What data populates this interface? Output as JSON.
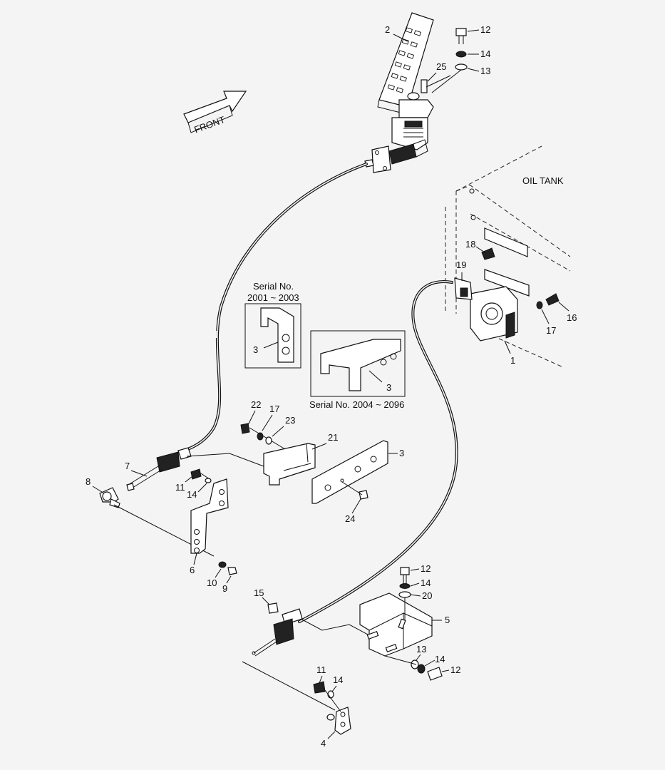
{
  "front_label": "FRONT",
  "oil_tank_label": "OIL TANK",
  "serial_box_1": {
    "line1": "Serial No.",
    "line2": "2001 ~ 2003",
    "part": "3"
  },
  "serial_box_2": {
    "caption": "Serial No. 2004 ~ 2096",
    "part": "3"
  },
  "callouts": [
    "1",
    "2",
    "3",
    "4",
    "5",
    "6",
    "7",
    "8",
    "9",
    "10",
    "11",
    "12",
    "13",
    "14",
    "15",
    "16",
    "17",
    "18",
    "19",
    "20",
    "21",
    "22",
    "23",
    "24",
    "25"
  ]
}
